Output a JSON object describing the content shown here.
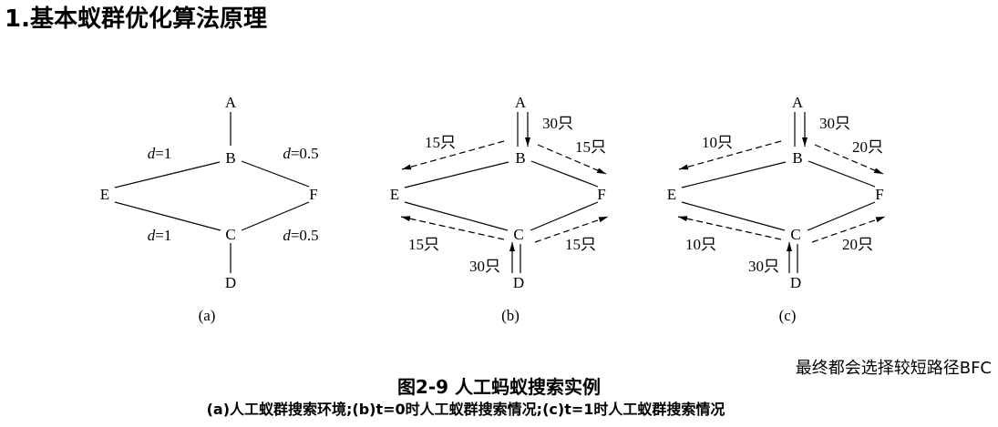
{
  "title": "1.基本蚁群优化算法原理",
  "colors": {
    "background": "#ffffff",
    "ink": "#000000"
  },
  "nodes": {
    "A": "A",
    "B": "B",
    "C": "C",
    "D": "D",
    "E": "E",
    "F": "F"
  },
  "panels": [
    {
      "label": "(a)",
      "edge_labels": {
        "BE": {
          "var": "d",
          "eq": "=1"
        },
        "BF": {
          "var": "d",
          "eq": "=0.5"
        },
        "EC": {
          "var": "d",
          "eq": "=1"
        },
        "FC": {
          "var": "d",
          "eq": "=0.5"
        }
      }
    },
    {
      "label": "(b)",
      "ants": {
        "AB": "30只",
        "BE": "15只",
        "BF": "15只",
        "CE": "15只",
        "CF": "15只",
        "DC": "30只"
      }
    },
    {
      "label": "(c)",
      "ants": {
        "AB": "30只",
        "BE": "10只",
        "BF": "20只",
        "CE": "10只",
        "CF": "20只",
        "DC": "30只"
      }
    }
  ],
  "note": "最终都会选择较短路径BFC",
  "caption": "图2-9 人工蚂蚁搜索实例",
  "subcaption": "(a)人工蚁群搜索环境;(b)t=0时人工蚁群搜索情况;(c)t=1时人工蚁群搜索情况"
}
